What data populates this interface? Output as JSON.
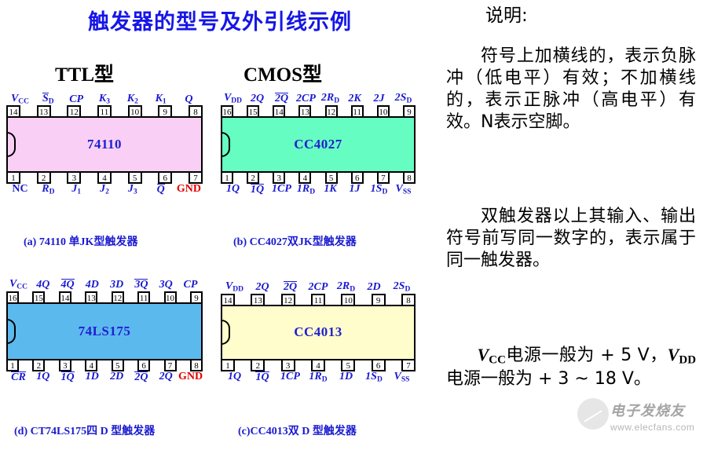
{
  "main_title": "触发器的型号及外引线示例",
  "columns": {
    "ttl": "TTL型",
    "cmos": "CMOS型"
  },
  "chips": [
    {
      "id": "74110",
      "name": "74110",
      "fill": "#f9cff5",
      "pins": 14,
      "top_numbers": [
        "14",
        "13",
        "12",
        "11",
        "10",
        "9",
        "8"
      ],
      "bottom_numbers": [
        "1",
        "2",
        "3",
        "4",
        "5",
        "6",
        "7"
      ],
      "top_labels": [
        "V_CC",
        "S_D_bar",
        "CP",
        "K3",
        "K2",
        "K1",
        "Q"
      ],
      "bottom_labels": [
        "NC",
        "R_D",
        "J1",
        "J2",
        "J3",
        "Q_bar",
        "GND"
      ],
      "caption": "(a) 74110 单JK型触发器"
    },
    {
      "id": "CC4027",
      "name": "CC4027",
      "fill": "#66fdc2",
      "pins": 16,
      "top_numbers": [
        "16",
        "15",
        "14",
        "13",
        "12",
        "11",
        "10",
        "9"
      ],
      "bottom_numbers": [
        "1",
        "2",
        "3",
        "4",
        "5",
        "6",
        "7",
        "8"
      ],
      "top_labels": [
        "V_DD",
        "2Q",
        "2Q_bar",
        "2CP",
        "2R_D",
        "2K",
        "2J",
        "2S_D"
      ],
      "bottom_labels": [
        "1Q",
        "1Q_bar",
        "1CP",
        "1R_D",
        "1K",
        "1J",
        "1S_D",
        "V_SS"
      ],
      "caption": "(b) CC4027双JK型触发器"
    },
    {
      "id": "74LS175",
      "name": "74LS175",
      "fill": "#5bb9ee",
      "pins": 16,
      "top_numbers": [
        "16",
        "15",
        "14",
        "13",
        "12",
        "11",
        "10",
        "9"
      ],
      "bottom_numbers": [
        "1",
        "2",
        "3",
        "4",
        "5",
        "6",
        "7",
        "8"
      ],
      "top_labels": [
        "V_CC",
        "4Q",
        "4Q_bar",
        "4D",
        "3D",
        "3Q_bar",
        "3Q",
        "CP"
      ],
      "bottom_labels": [
        "CR_bar",
        "1Q",
        "1Q_bar",
        "1D",
        "2D",
        "2Q_bar",
        "2Q",
        "GND"
      ],
      "caption": "(d) CT74LS175四 D 型触发器"
    },
    {
      "id": "CC4013",
      "name": "CC4013",
      "fill": "#fffdcb",
      "pins": 14,
      "top_numbers": [
        "14",
        "13",
        "12",
        "11",
        "10",
        "9",
        "8"
      ],
      "bottom_numbers": [
        "1",
        "2",
        "3",
        "4",
        "5",
        "6",
        "7"
      ],
      "top_labels": [
        "V_DD",
        "2Q",
        "2Q_bar",
        "2CP",
        "2R_D",
        "2D",
        "2S_D"
      ],
      "bottom_labels": [
        "1Q",
        "1Q_bar",
        "1CP",
        "1R_D",
        "1D",
        "1S_D",
        "V_SS"
      ],
      "caption": "(c)CC4013双 D 型触发器"
    }
  ],
  "notes": {
    "heading": "说明:",
    "para1": "符号上加横线的，表示负脉冲（低电平）有效；不加横线的，表示正脉冲（高电平）有效。N表示空脚。",
    "para2": "双触发器以上其输入、输出符号前写同一数字的，表示属于同一触发器。",
    "para3_a": "电源一般为 + 5 V，",
    "para3_b": "电源一般为 + 3 ~ 18 V。",
    "vcc": "V",
    "vcc_sub": "CC",
    "vdd": "V",
    "vdd_sub": "DD"
  },
  "watermark": {
    "brand": "电子发烧友",
    "url": "www.elecfans.com"
  },
  "colors": {
    "title_blue": "#1616e8",
    "label_blue": "#1a1ad0",
    "red": "#e00000"
  }
}
